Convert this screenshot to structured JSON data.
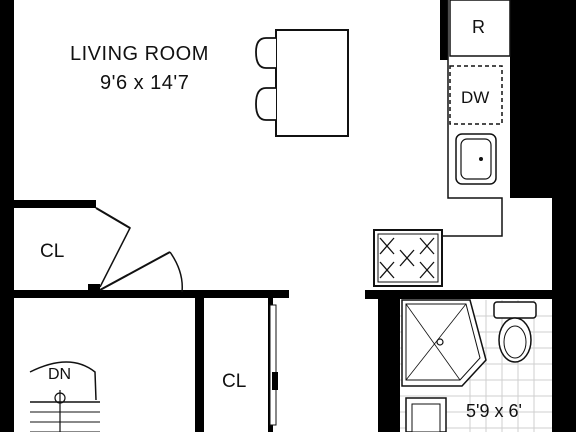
{
  "plan": {
    "living_room": {
      "name": "LIVING ROOM",
      "dimensions": "9'6 x 14'7"
    },
    "closets": [
      "CL",
      "CL"
    ],
    "stair_label": "DN",
    "kitchen": {
      "refrigerator": "R",
      "dishwasher": "DW"
    },
    "bathroom": {
      "dimensions": "5'9 x 6'"
    }
  },
  "colors": {
    "wall": "#000000",
    "background": "#ffffff",
    "line": "#111111",
    "tile": "#cfcfcf"
  }
}
